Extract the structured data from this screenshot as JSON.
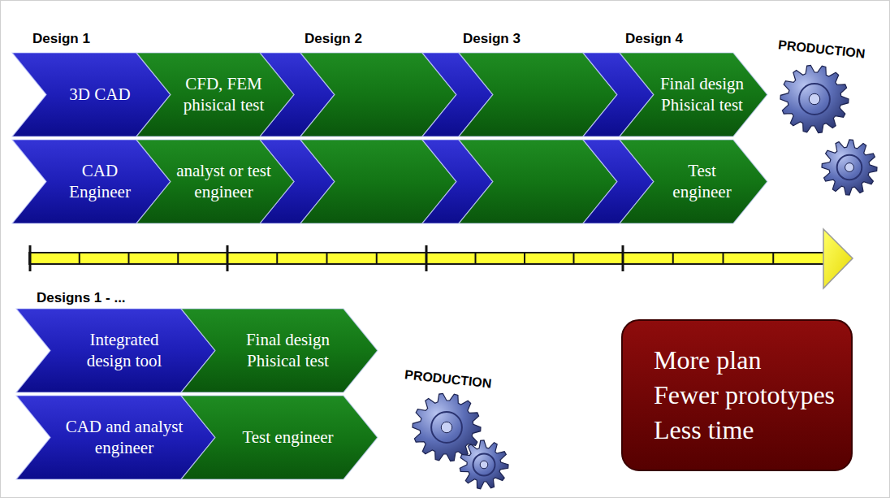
{
  "diagram": {
    "nodes": [
      {
        "text": [
          "3D CAD"
        ]
      },
      {
        "text": [
          "CFD, FEM phisical test"
        ]
      },
      {
        "text": [
          "Final design Phisical test"
        ]
      },
      {
        "text": [
          "CAD Engineer"
        ]
      },
      {
        "text": [
          "analyst or test engineer"
        ]
      },
      {
        "text": [
          "Test engineer"
        ]
      },
      {
        "text": [
          "Integrated design tool"
        ]
      },
      {
        "text": [
          "Final design Phisical test"
        ]
      },
      {
        "text": [
          "CAD and analyst engineer"
        ]
      },
      {
        "text": [
          "Test engineer"
        ]
      },
      {
        "text": [
          "More plan",
          "Fewer prototypes",
          "Less time"
        ]
      }
    ],
    "labels": [
      "Design 1",
      "Design 2",
      "Design 3",
      "Design 4",
      "PRODUCTION",
      "Designs 1 - ...",
      "PRODUCTION"
    ]
  }
}
